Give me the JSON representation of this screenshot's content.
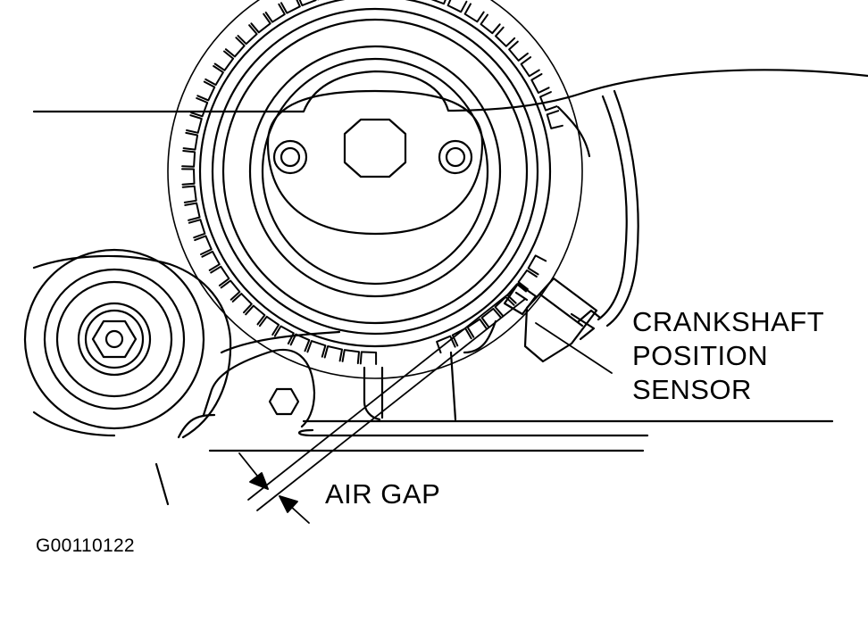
{
  "labels": {
    "sensor_line1": "CRANKSHAFT",
    "sensor_line2": "POSITION",
    "sensor_line3": "SENSOR",
    "air_gap": "AIR GAP",
    "figure_id": "G00110122"
  },
  "colors": {
    "ink": "#000000",
    "paper": "#ffffff"
  }
}
